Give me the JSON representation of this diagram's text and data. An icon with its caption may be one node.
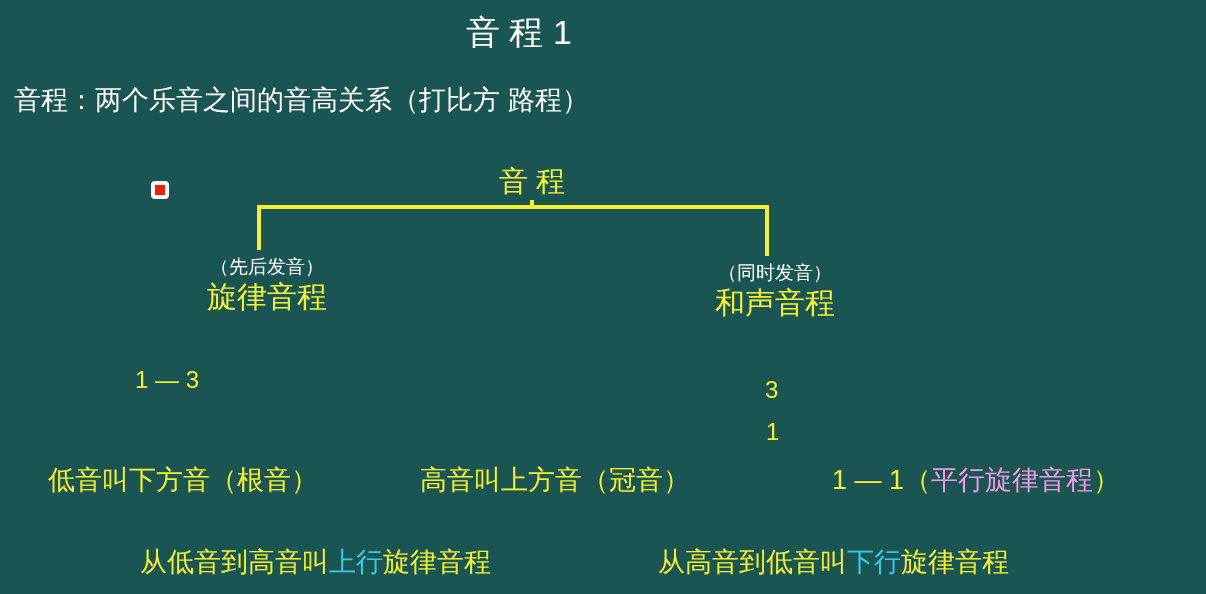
{
  "diagram": {
    "title": "音 程 1",
    "nodes": [
      {
        "text": [
          "音 程"
        ]
      },
      {
        "text": [
          "（先后发音）",
          "旋律音程"
        ]
      },
      {
        "text": [
          "（同时发音）",
          "和声音程"
        ]
      }
    ],
    "edges": [
      {
        "from": 0,
        "to": 1,
        "arrow": "none"
      },
      {
        "from": 0,
        "to": 2,
        "arrow": "none"
      }
    ],
    "labels": [
      "音程：两个乐音之间的音高关系（打比方 路程）",
      "1 — 3",
      "3",
      "1",
      "低音叫下方音（根音）",
      "高音叫上方音（冠音）",
      "1 — 1（",
      "平行旋律音程",
      "）",
      "从低音到高音叫",
      "上行",
      "旋律音程",
      "从高音到低音叫",
      "下行",
      "旋律音程"
    ]
  }
}
